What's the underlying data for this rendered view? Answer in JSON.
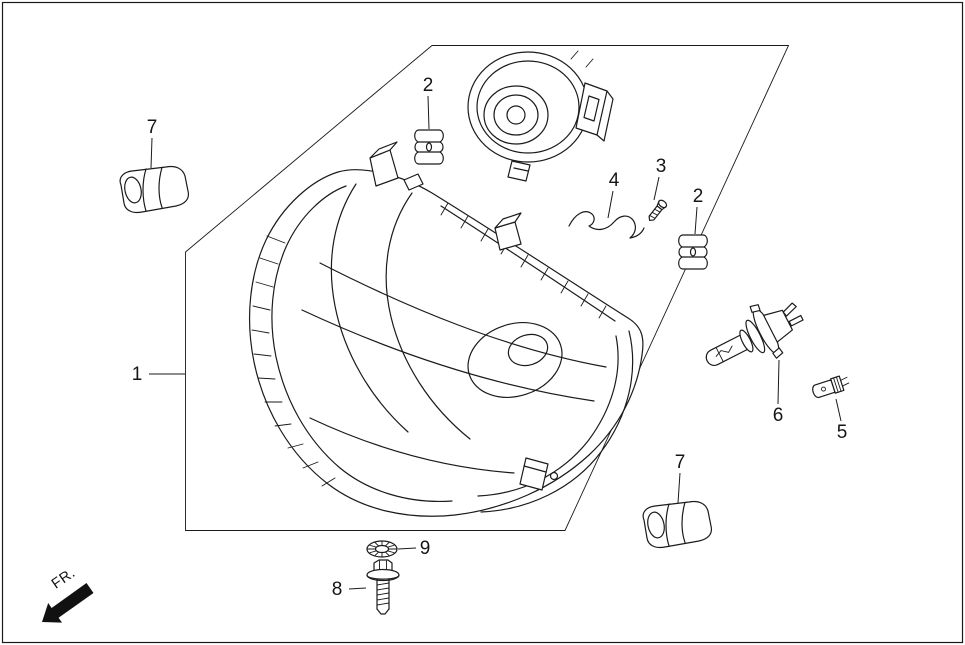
{
  "colors": {
    "background": "#ffffff",
    "line": "#1b1b1b",
    "label": "#151515"
  },
  "diagram": {
    "front_marker": "FR.",
    "callouts": [
      {
        "id": "7-upper-left",
        "text": "7"
      },
      {
        "id": "2-upper",
        "text": "2"
      },
      {
        "id": "3",
        "text": "3"
      },
      {
        "id": "4",
        "text": "4"
      },
      {
        "id": "2-right",
        "text": "2"
      },
      {
        "id": "1",
        "text": "1"
      },
      {
        "id": "6",
        "text": "6"
      },
      {
        "id": "5",
        "text": "5"
      },
      {
        "id": "7-lower-right",
        "text": "7"
      },
      {
        "id": "9",
        "text": "9"
      },
      {
        "id": "8",
        "text": "8"
      }
    ]
  }
}
